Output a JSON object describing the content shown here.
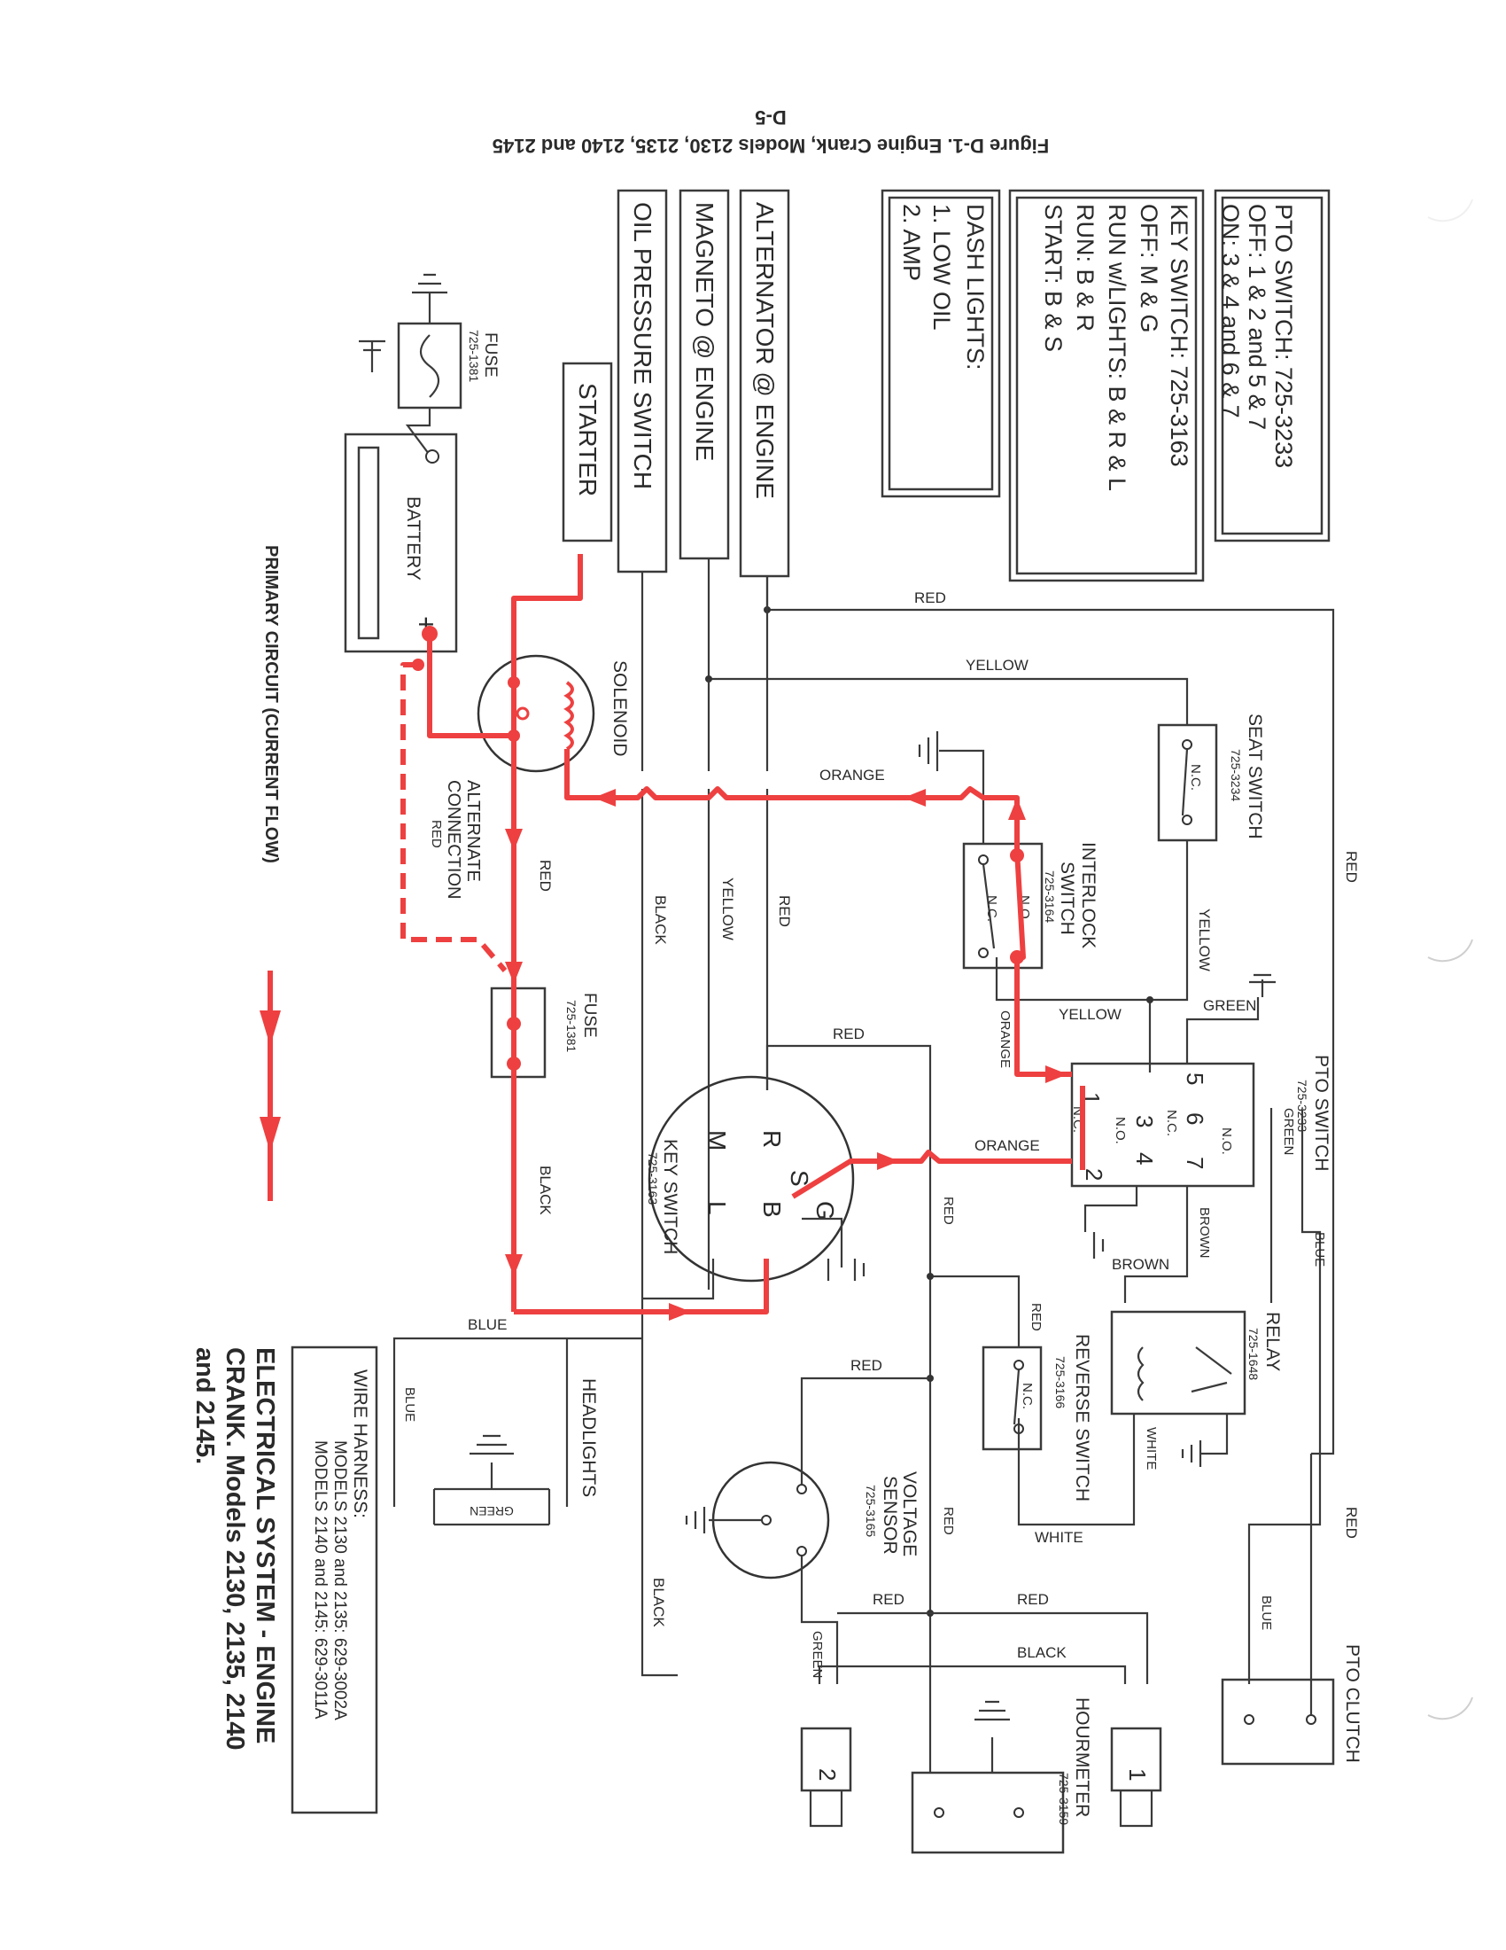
{
  "header": {
    "figure_caption": "Figure D-1. Engine Crank, Models 2130, 2135, 2140 and 2145",
    "page_number": "D-5"
  },
  "legend_boxes": {
    "pto_switch": {
      "title": "PTO SWITCH: 725-3233",
      "off": "OFF: 1 & 2 and 5 & 7",
      "on": "ON:  3 & 4 and 6 & 7"
    },
    "key_switch": {
      "title": "KEY SWITCH: 725-3163",
      "off": "OFF: M & G",
      "run_lights": "RUN w/LIGHTS: B & R & L",
      "run": "RUN: B & R",
      "start": "START: B & S"
    },
    "dash_lights": {
      "title": "DASH LIGHTS:",
      "item1": "1. LOW OIL",
      "item2": "2. AMP"
    }
  },
  "engine_boxes": {
    "alternator": "ALTERNATOR @ ENGINE",
    "magneto": "MAGNETO @ ENGINE",
    "oil_pressure": "OIL PRESSURE SWITCH",
    "starter": "STARTER"
  },
  "components": {
    "fuse_top": {
      "name": "FUSE",
      "part": "725-1381"
    },
    "battery": {
      "name": "BATTERY",
      "neg": "-",
      "pos": "+"
    },
    "solenoid": {
      "name": "SOLENOID"
    },
    "alternate_connection": {
      "line1": "ALTERNATE",
      "line2": "CONNECTION",
      "line3": "RED"
    },
    "fuse_mid": {
      "name": "FUSE",
      "part": "725-1381"
    },
    "seat_switch": {
      "name": "SEAT SWITCH",
      "part": "725-3234",
      "contact": "N.C."
    },
    "interlock_switch": {
      "name": "INTERLOCK",
      "name2": "SWITCH",
      "part": "725-3164",
      "no": "N.O.",
      "nc": "N.C."
    },
    "pto_switch": {
      "name": "PTO SWITCH",
      "part": "725-3233",
      "no": "N.O.",
      "nc": "N.C.",
      "nc2": "N.C.",
      "no2": "N.O.",
      "t1": "1",
      "t2": "2",
      "t3": "3",
      "t4": "4",
      "t5": "5",
      "t6": "6",
      "t7": "7"
    },
    "key_switch": {
      "name": "KEY SWITCH",
      "part": "725-3163",
      "r": "R",
      "s": "S",
      "g": "G",
      "m": "M",
      "b": "B",
      "l": "L"
    },
    "relay": {
      "name": "RELAY",
      "part": "725-1648"
    },
    "reverse_switch": {
      "name": "REVERSE SWITCH",
      "part": "725-3166",
      "contact": "N.C."
    },
    "voltage_sensor": {
      "name": "VOLTAGE",
      "name2": "SENSOR",
      "part": "725-3165"
    },
    "headlights": {
      "name": "HEADLIGHTS"
    },
    "pto_clutch": {
      "name": "PTO CLUTCH"
    },
    "hourmeter": {
      "name": "HOURMETER",
      "part": "725-3159"
    },
    "dash_light_1": "1",
    "dash_light_2": "2"
  },
  "wire_labels": {
    "red": "RED",
    "yellow": "YELLOW",
    "orange": "ORANGE",
    "black": "BLACK",
    "green": "GREEN",
    "blue": "BLUE",
    "brown": "BROWN",
    "white": "WHITE"
  },
  "primary_circuit": "PRIMARY CIRCUIT (CURRENT FLOW)",
  "harness": {
    "title": "WIRE HARNESS:",
    "line1": "MODELS 2130 and 2135: 629-3002A",
    "line2": "MODELS 2140 and 2145: 629-3011A"
  },
  "title_block": {
    "line1": "ELECTRICAL SYSTEM - ENGINE",
    "line2": "CRANK. Models 2130, 2135, 2140",
    "line3": "and 2145."
  },
  "colors": {
    "current_flow": "#ee4040",
    "wire": "#3a3a3a"
  }
}
